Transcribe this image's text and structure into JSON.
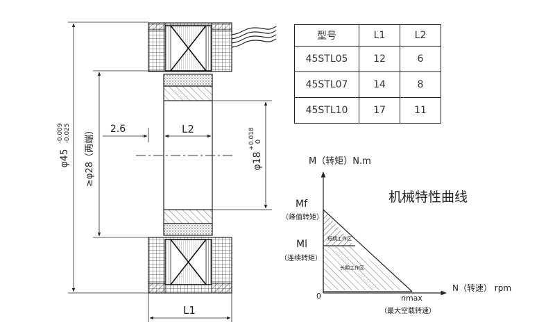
{
  "dimensions": {
    "outer_dia": "φ45",
    "outer_dia_tol_upper": "-0.009",
    "outer_dia_tol_lower": "-0.025",
    "flange_dia": "≥φ28（两端）",
    "bore_dia": "φ18",
    "bore_tol_upper": "+0.018",
    "bore_tol_lower": "0",
    "offset": "2.6",
    "l2": "L2",
    "l1": "L1"
  },
  "table": {
    "headers": [
      "型号",
      "L1",
      "L2"
    ],
    "rows": [
      [
        "45STL05",
        "12",
        "6"
      ],
      [
        "45STL07",
        "14",
        "8"
      ],
      [
        "45STL10",
        "17",
        "11"
      ]
    ]
  },
  "graph": {
    "title": "机械特性曲线",
    "y_axis": "M（转矩）N.m",
    "x_axis": "N（转速） rpm",
    "origin": "0",
    "mf": "Mf",
    "mf_desc": "（峰值转矩）",
    "ml": "Ml",
    "ml_desc": "（连续转矩）",
    "nmax": "nmax",
    "nmax_desc": "（最大空载转速）",
    "zone_short": "短期工作区",
    "zone_long": "长期工作区"
  },
  "chart_data": {
    "type": "area",
    "title": "机械特性曲线",
    "xlabel": "N（转速） rpm",
    "ylabel": "M（转矩）N.m",
    "points": [
      [
        "0",
        "Mf"
      ],
      [
        "nmax",
        "0"
      ]
    ],
    "regions": [
      "短期工作区",
      "长期工作区"
    ]
  }
}
